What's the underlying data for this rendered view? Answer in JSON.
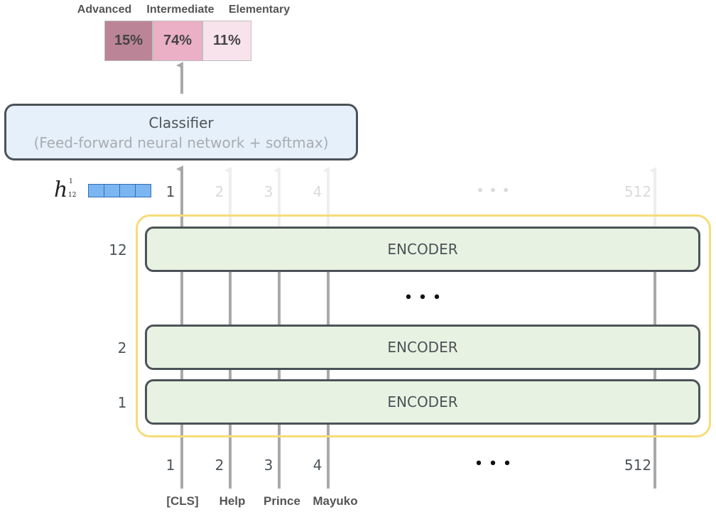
{
  "classes": [
    {
      "label": "Advanced",
      "value": "15%",
      "color": "#bc8497"
    },
    {
      "label": "Intermediate",
      "value": "74%",
      "color": "#ebb0c6"
    },
    {
      "label": "Elementary",
      "value": "11%",
      "color": "#f8e3ec"
    }
  ],
  "classifier": {
    "title": "Classifier",
    "subtitle": "(Feed-forward neural network + softmax)"
  },
  "hidden_vector": {
    "symbol": "h",
    "superscript": "1",
    "subscript": "12"
  },
  "output_positions": [
    "1",
    "2",
    "3",
    "4",
    "512"
  ],
  "input_positions": [
    "1",
    "2",
    "3",
    "4",
    "512"
  ],
  "ellipsis": "• • •",
  "layers": [
    {
      "number": "12",
      "label": "ENCODER"
    },
    {
      "number": "2",
      "label": "ENCODER"
    },
    {
      "number": "1",
      "label": "ENCODER"
    }
  ],
  "tokens": [
    "[CLS]",
    "Help",
    "Prince",
    "Mayuko"
  ],
  "colors": {
    "encoder_fill": "#e8f2e2",
    "classifier_fill": "#e6f0fa",
    "frame": "#f6dc78",
    "vector": "#7cb6f2"
  }
}
